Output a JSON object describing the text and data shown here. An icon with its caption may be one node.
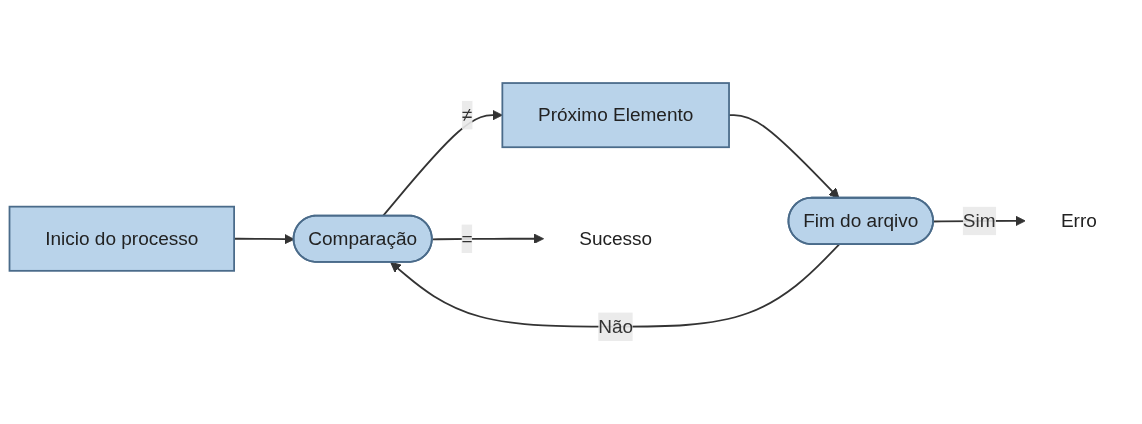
{
  "diagram": {
    "nodes": [
      {
        "text": [
          "Inicio do processo"
        ]
      },
      {
        "text": [
          "Comparação"
        ]
      },
      {
        "text": [
          "Próximo Elemento"
        ]
      },
      {
        "text": [
          "Fim do arqivo"
        ]
      },
      {
        "text": [
          "Sucesso"
        ]
      },
      {
        "text": [
          "Erro"
        ]
      }
    ],
    "edges": [
      {
        "from": 0,
        "to": 1,
        "arrow": "to"
      },
      {
        "from": 1,
        "to": 2,
        "arrow": "to",
        "label": "≠"
      },
      {
        "from": 2,
        "to": 3,
        "arrow": "to"
      },
      {
        "from": 3,
        "to": 1,
        "arrow": "to",
        "label": "Não"
      },
      {
        "from": 1,
        "to": 4,
        "arrow": "to",
        "label": "="
      },
      {
        "from": 3,
        "to": 5,
        "arrow": "to",
        "label": "Sim"
      }
    ]
  }
}
